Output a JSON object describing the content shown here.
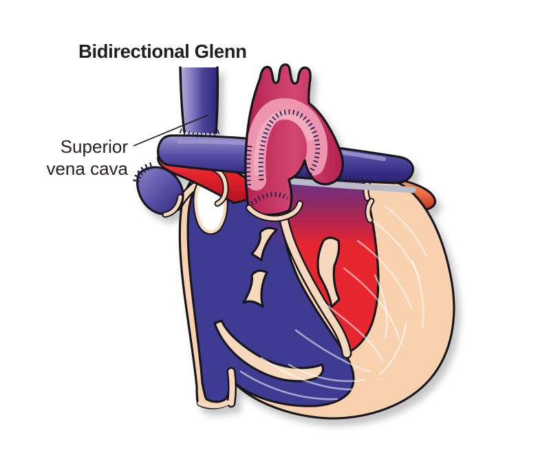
{
  "title": "Bidirectional Glenn",
  "label": {
    "line1": "Superior",
    "line2": "vena cava"
  },
  "icons": {
    "leader_line": "label-leader-line"
  },
  "colors": {
    "white": "#ffffff",
    "text": "#231f20",
    "outline": "#19141a",
    "stitch": "#241f50",
    "svc_light": "#b9b4de",
    "svc_mid": "#8a83c4",
    "blue": "#4a4398",
    "blue_deep": "#2e2878",
    "pa_light": "#9d97cf",
    "pa_mid": "#5a53a8",
    "pa_dark": "#342e85",
    "pa_deepest": "#2b2572",
    "chamber_blue": "#3d3a92",
    "mix_purple": "#7b2d78",
    "purple_top": "#5a3790",
    "magenta_mix": "#8c2a68",
    "red": "#e6252e",
    "red_shadow": "#b5121f",
    "red_hi": "#f0765b",
    "vein_hi": "#f2a07c",
    "vein_mid": "#ea6a44",
    "vein_dark": "#c03122",
    "aorta": "#c92f60",
    "aorta_dark": "#b22250",
    "aorta_mid": "#d34672",
    "aorta_light": "#ef9ab3",
    "aorta_hi": "#f6bdca",
    "peach": "#f8d1af",
    "cream": "#f8d9bd",
    "gray_patch": "#b9bcc6",
    "shadow": "#8b8b8b"
  }
}
